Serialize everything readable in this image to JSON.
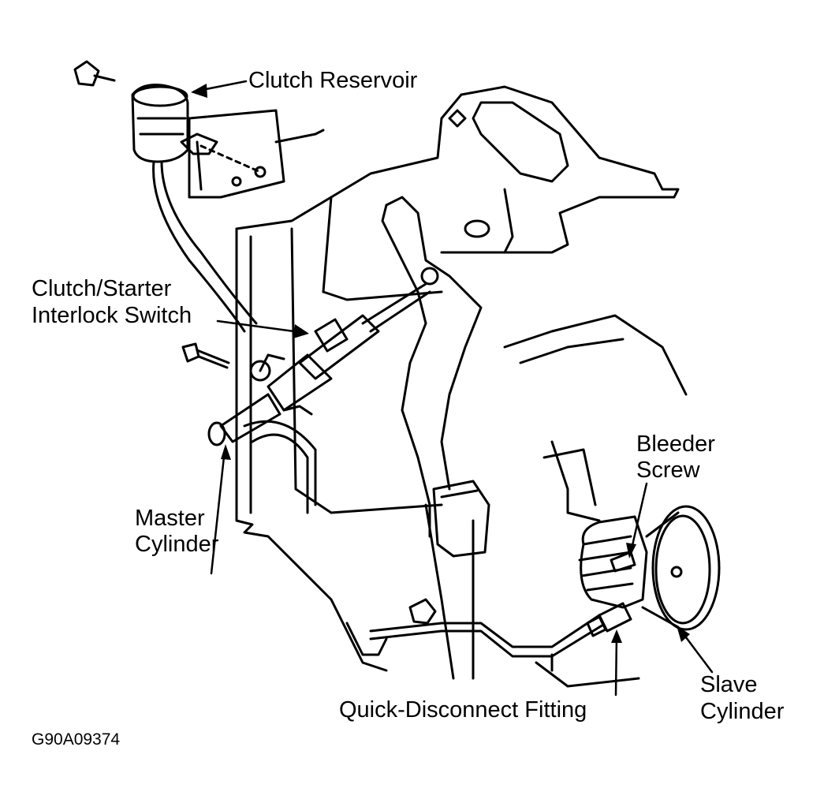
{
  "labels": {
    "clutch_reservoir": "Clutch Reservoir",
    "interlock_switch_line1": "Clutch/Starter",
    "interlock_switch_line2": "Interlock Switch",
    "master_cylinder_line1": "Master",
    "master_cylinder_line2": "Cylinder",
    "bleeder_screw_line1": "Bleeder",
    "bleeder_screw_line2": "Screw",
    "slave_cylinder_line1": "Slave",
    "slave_cylinder_line2": "Cylinder",
    "quick_disconnect": "Quick-Disconnect Fitting"
  },
  "figure_code": "G90A09374",
  "colors": {
    "ink": "#000000",
    "paper": "#ffffff"
  }
}
